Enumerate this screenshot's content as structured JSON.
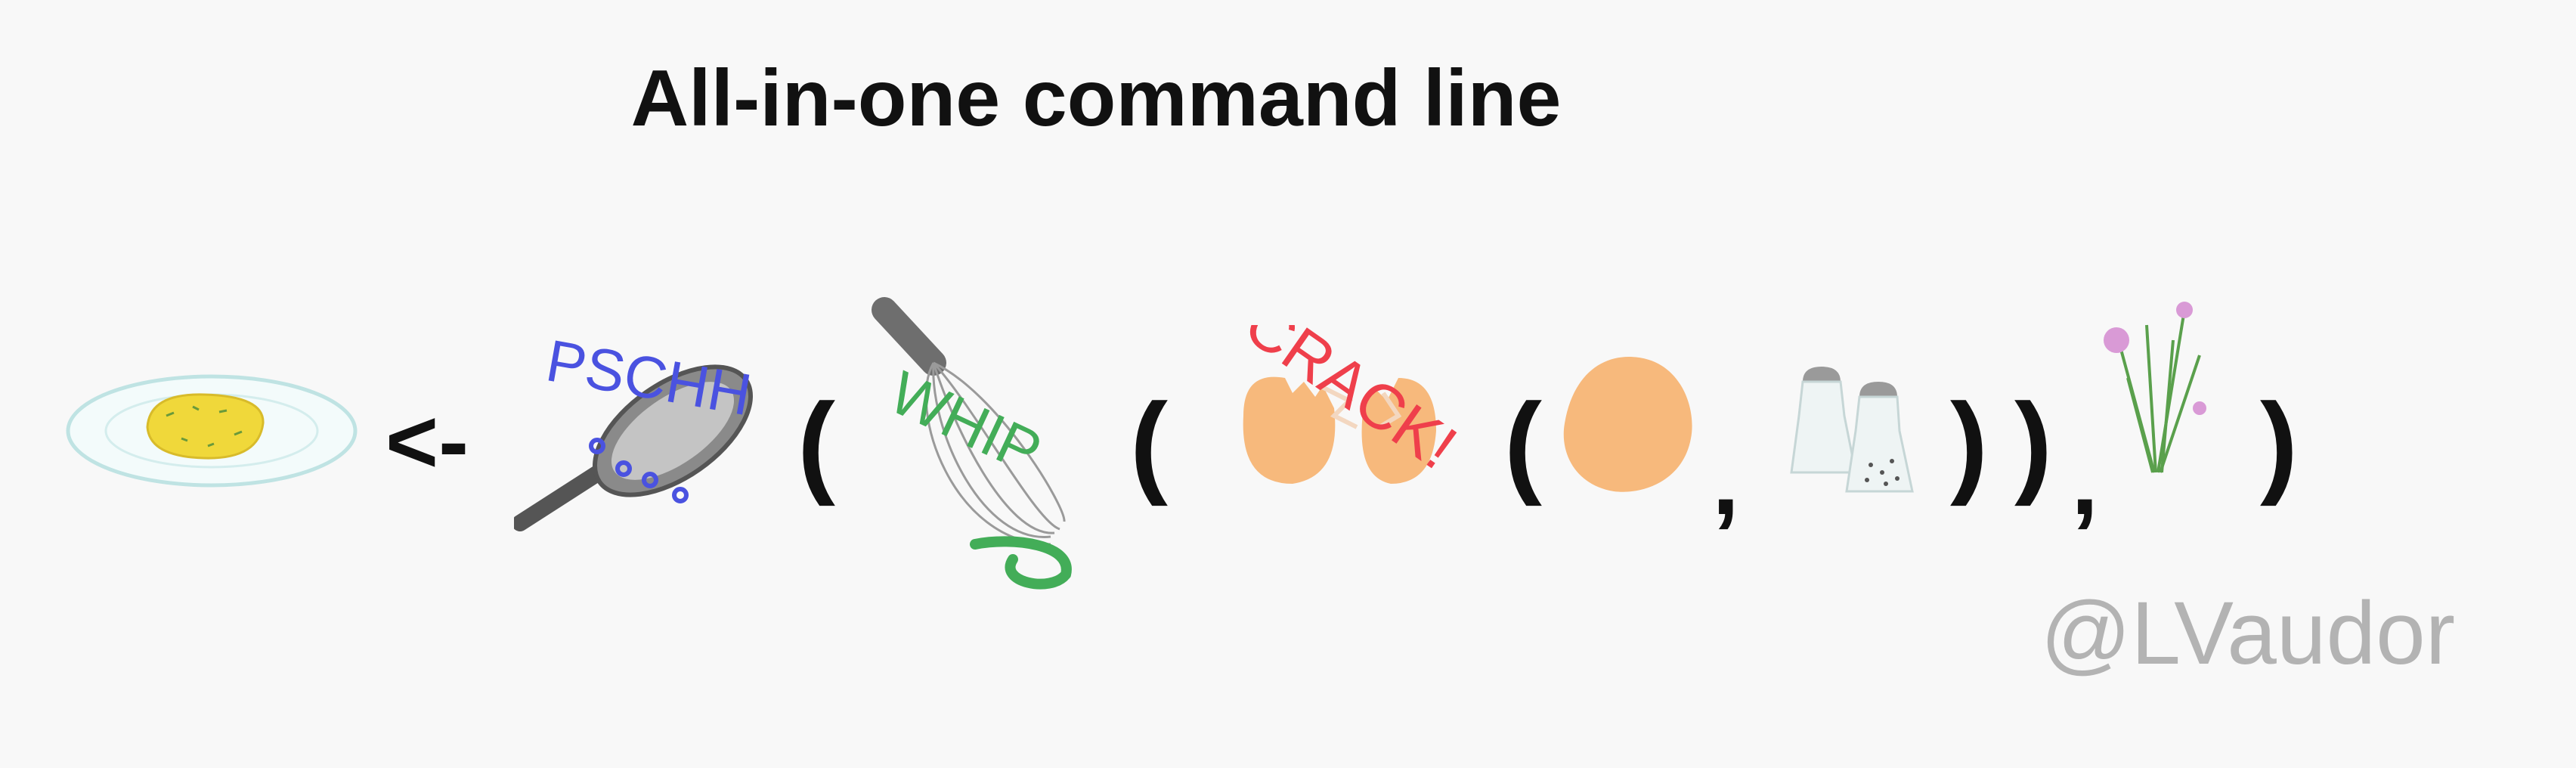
{
  "title": "All-in-one command line",
  "symbols": {
    "assign": "<-",
    "open_paren": "(",
    "close_paren": ")",
    "comma": ","
  },
  "sound_words": {
    "pan": "PSCHH",
    "whisk": "WHIP",
    "egg": "CRACK!"
  },
  "watermark": "@LVaudor",
  "icons": [
    "plate-omelette-icon",
    "frying-pan-icon",
    "whisk-icon",
    "cracked-egg-icon",
    "egg-icon",
    "salt-pepper-shakers-icon",
    "chives-icon"
  ],
  "colors": {
    "egg": "#f7b97c",
    "omelette": "#f0d83a",
    "pan_text": "#4a52e0",
    "whisk_text": "#43ad58",
    "crack_text": "#ef3f4b",
    "chive_flower": "#d99ad6",
    "watermark": "#b3b3b3"
  }
}
